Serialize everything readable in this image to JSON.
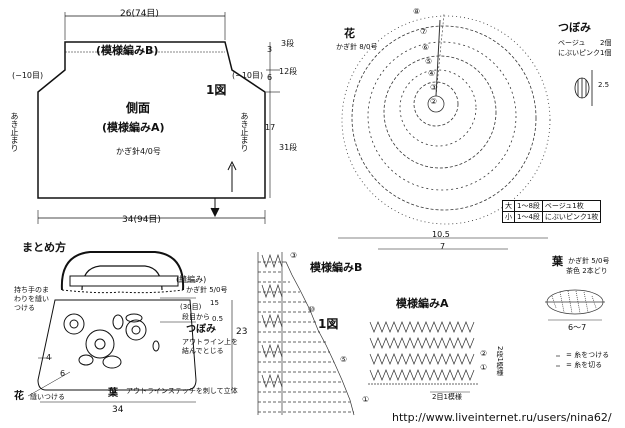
{
  "side_panel": {
    "top_width": "26(74目)",
    "pattern_b_label": "(模様編みB)",
    "left_decrease": "(−10目)",
    "right_decrease": "(−10目)",
    "left_edge_note": "あき止まり",
    "right_edge_note": "あき止まり",
    "figure_ref": "1図",
    "title": "側面",
    "pattern_a_label": "(模様編みA)",
    "hook_note": "かぎ針4/0号",
    "bottom_width": "34(94目)",
    "height_segments": [
      "3",
      "6",
      "17"
    ],
    "row_segments": [
      "3段",
      "12段",
      "31段"
    ]
  },
  "flower": {
    "title": "花",
    "hook": "かぎ針 8/0号",
    "table": [
      {
        "size": "大",
        "rows": "1〜8段",
        "color": "ベージュ1枚"
      },
      {
        "size": "小",
        "rows": "1〜4段",
        "color": "にぶいピンク1枚"
      }
    ],
    "width_big": "10.5",
    "width_small": "7",
    "row_markers": [
      "⑧",
      "⑦",
      "⑥",
      "⑤",
      "④",
      "③",
      "②"
    ]
  },
  "bud": {
    "title": "つぼみ",
    "color1": "ベージュ",
    "count1": "2個",
    "color2": "にぶいピンク",
    "count2": "1個",
    "size": "2.5"
  },
  "assembly": {
    "title": "まとめ方",
    "wrap_label": "(縫編み)",
    "hook": "かぎ針 5/0号",
    "rows": "(30目)",
    "note1": "持ち手のまわりを縫いつける",
    "note2": "段目から",
    "bud_label": "つぼみ",
    "bud_note": "アウトライン上を",
    "bud_note2": "結んでとじる",
    "flower_label": "花",
    "flower_note": "縫いつける",
    "leaf_label": "葉",
    "leaf_note": "アウトラインステッチを刺して立体",
    "width": "34",
    "height": "23",
    "num4": "4",
    "num6": "6",
    "dim_05": "0.5",
    "num15": "15"
  },
  "pattern_b": {
    "title": "模様編みB",
    "fig": "1図",
    "markers": [
      "③",
      "⑩",
      "⑤",
      "①"
    ]
  },
  "pattern_a": {
    "title": "模様編みA",
    "markers": [
      "②",
      "①"
    ],
    "repeat": "2段1模様",
    "unit": "2目1模様"
  },
  "leaf": {
    "title": "葉",
    "hook": "かぎ針 5/0号",
    "color": "茶色 2本どり",
    "width": "6〜7"
  },
  "legend": {
    "item1": "= 糸をつける",
    "item2": "= 糸を切る"
  },
  "watermark": "http://www.liveinternet.ru/users/nina62/"
}
